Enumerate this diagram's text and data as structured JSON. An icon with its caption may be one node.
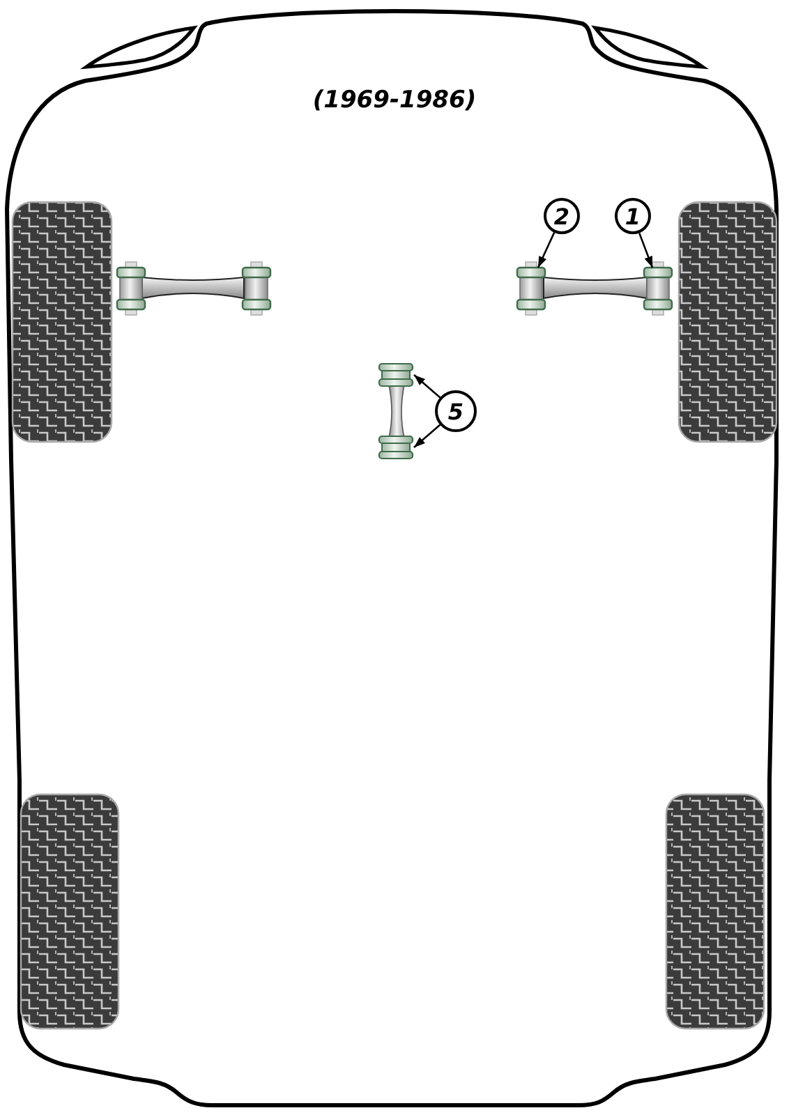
{
  "diagram": {
    "title": "(1969-1986)",
    "nodes": [
      {
        "text": [
          "2"
        ]
      },
      {
        "text": [
          "1"
        ]
      },
      {
        "text": [],
        "shape": "cylinder"
      },
      {
        "text": [],
        "shape": "cylinder"
      },
      {
        "text": [
          "5"
        ]
      },
      {
        "text": [],
        "shape": "cylinder"
      },
      {
        "text": [],
        "shape": "cylinder"
      }
    ],
    "edges": [
      {
        "from": 0,
        "to": 2,
        "arrow": "to"
      },
      {
        "from": 1,
        "to": 3,
        "arrow": "to"
      },
      {
        "from": 4,
        "to": 5,
        "arrow": "to"
      },
      {
        "from": 4,
        "to": 6,
        "arrow": "to"
      }
    ]
  }
}
